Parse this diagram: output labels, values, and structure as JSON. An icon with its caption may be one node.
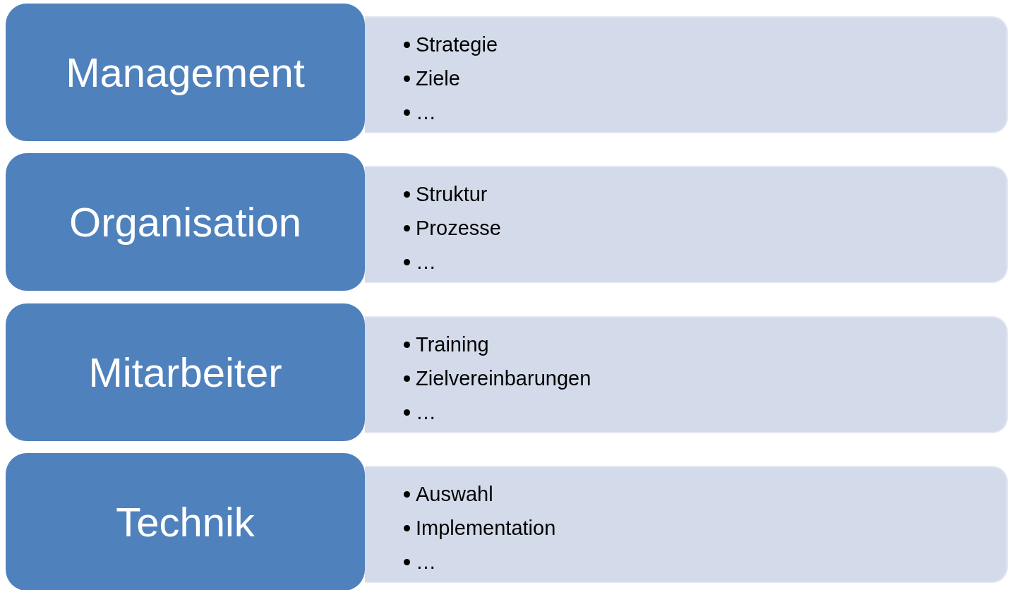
{
  "diagram": {
    "nodes": [
      {
        "text": [
          "Management"
        ]
      },
      {
        "text": [
          "Strategie",
          "Ziele",
          "…"
        ]
      },
      {
        "text": [
          "Organisation"
        ]
      },
      {
        "text": [
          "Struktur",
          "Prozesse",
          "…"
        ]
      },
      {
        "text": [
          "Mitarbeiter"
        ]
      },
      {
        "text": [
          "Training",
          "Zielvereinbarungen",
          "…"
        ]
      },
      {
        "text": [
          "Technik"
        ]
      },
      {
        "text": [
          "Auswahl",
          "Implementation",
          "…"
        ]
      }
    ]
  }
}
